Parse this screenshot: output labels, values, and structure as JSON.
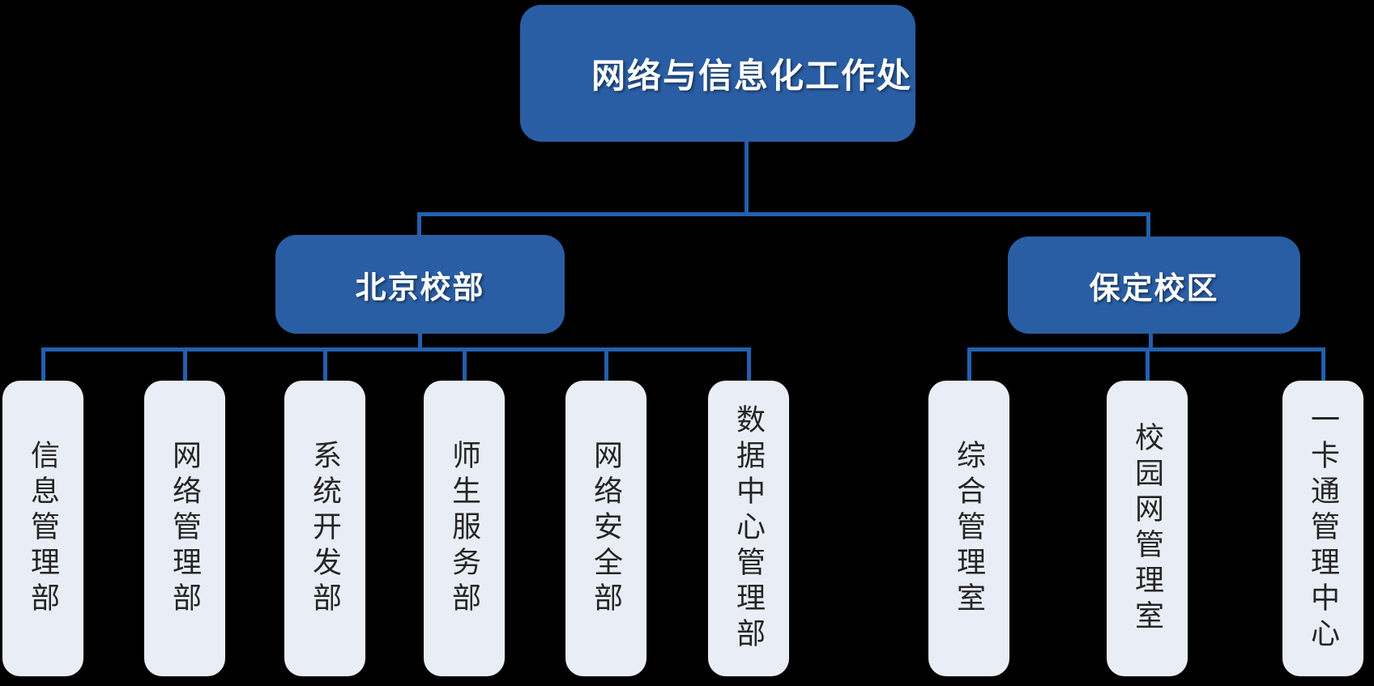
{
  "org_chart": {
    "type": "org-tree",
    "root": {
      "label": "网络与信息化工作处"
    },
    "branches": [
      {
        "label": "北京校部",
        "children": [
          "信息管理部",
          "网络管理部",
          "系统开发部",
          "师生服务部",
          "网络安全部",
          "数据中心管理部"
        ]
      },
      {
        "label": "保定校区",
        "children": [
          "综合管理室",
          "校园网管理室",
          "一卡通管理中心"
        ]
      }
    ],
    "colors": {
      "background": "#000000",
      "node_fill": "#2A5EA4",
      "node_text": "#FFFFFF",
      "connector": "#2360AE",
      "leaf_fill": "#E9EEF6",
      "leaf_text": "#262626"
    }
  }
}
